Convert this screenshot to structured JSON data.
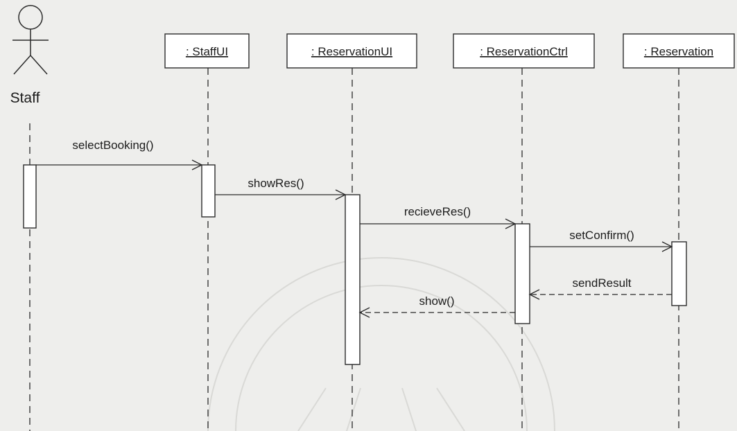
{
  "diagram": {
    "actor": {
      "label": "Staff"
    },
    "objects": [
      {
        "label": ": StaffUI"
      },
      {
        "label": ": ReservationUI"
      },
      {
        "label": ": ReservationCtrl"
      },
      {
        "label": ": Reservation"
      }
    ],
    "messages": [
      {
        "label": "selectBooking()",
        "from": "Staff",
        "to": ": StaffUI",
        "kind": "call"
      },
      {
        "label": "showRes()",
        "from": ": StaffUI",
        "to": ": ReservationUI",
        "kind": "call"
      },
      {
        "label": "recieveRes()",
        "from": ": ReservationUI",
        "to": ": ReservationCtrl",
        "kind": "call"
      },
      {
        "label": "setConfirm()",
        "from": ": ReservationCtrl",
        "to": ": Reservation",
        "kind": "call"
      },
      {
        "label": "sendResult",
        "from": ": Reservation",
        "to": ": ReservationCtrl",
        "kind": "return"
      },
      {
        "label": "show()",
        "from": ": ReservationCtrl",
        "to": ": ReservationUI",
        "kind": "return"
      }
    ]
  }
}
